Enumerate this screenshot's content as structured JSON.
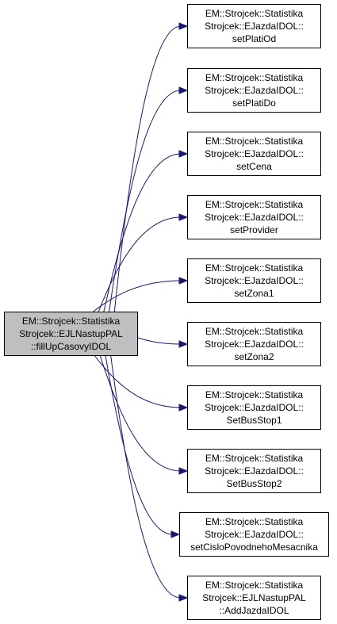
{
  "colors": {
    "edge": "#191970",
    "root_fill": "#bfbfbf",
    "node_fill": "#ffffff",
    "node_border": "#000000"
  },
  "root": {
    "lines": [
      "EM::Strojcek::Statistika",
      "Strojcek::EJLNastupPAL",
      "::fillUpCasovyIDOL"
    ]
  },
  "callees": [
    {
      "lines": [
        "EM::Strojcek::Statistika",
        "Strojcek::EJazdaIDOL::",
        "setPlatiOd"
      ]
    },
    {
      "lines": [
        "EM::Strojcek::Statistika",
        "Strojcek::EJazdaIDOL::",
        "setPlatiDo"
      ]
    },
    {
      "lines": [
        "EM::Strojcek::Statistika",
        "Strojcek::EJazdaIDOL::",
        "setCena"
      ]
    },
    {
      "lines": [
        "EM::Strojcek::Statistika",
        "Strojcek::EJazdaIDOL::",
        "setProvider"
      ]
    },
    {
      "lines": [
        "EM::Strojcek::Statistika",
        "Strojcek::EJazdaIDOL::",
        "setZona1"
      ]
    },
    {
      "lines": [
        "EM::Strojcek::Statistika",
        "Strojcek::EJazdaIDOL::",
        "setZona2"
      ]
    },
    {
      "lines": [
        "EM::Strojcek::Statistika",
        "Strojcek::EJazdaIDOL::",
        "SetBusStop1"
      ]
    },
    {
      "lines": [
        "EM::Strojcek::Statistika",
        "Strojcek::EJazdaIDOL::",
        "SetBusStop2"
      ]
    },
    {
      "lines": [
        "EM::Strojcek::Statistika",
        "Strojcek::EJazdaIDOL::",
        "setCisloPovodnehoMesacnika"
      ]
    },
    {
      "lines": [
        "EM::Strojcek::Statistika",
        "Strojcek::EJLNastupPAL",
        "::AddJazdaIDOL"
      ]
    }
  ]
}
